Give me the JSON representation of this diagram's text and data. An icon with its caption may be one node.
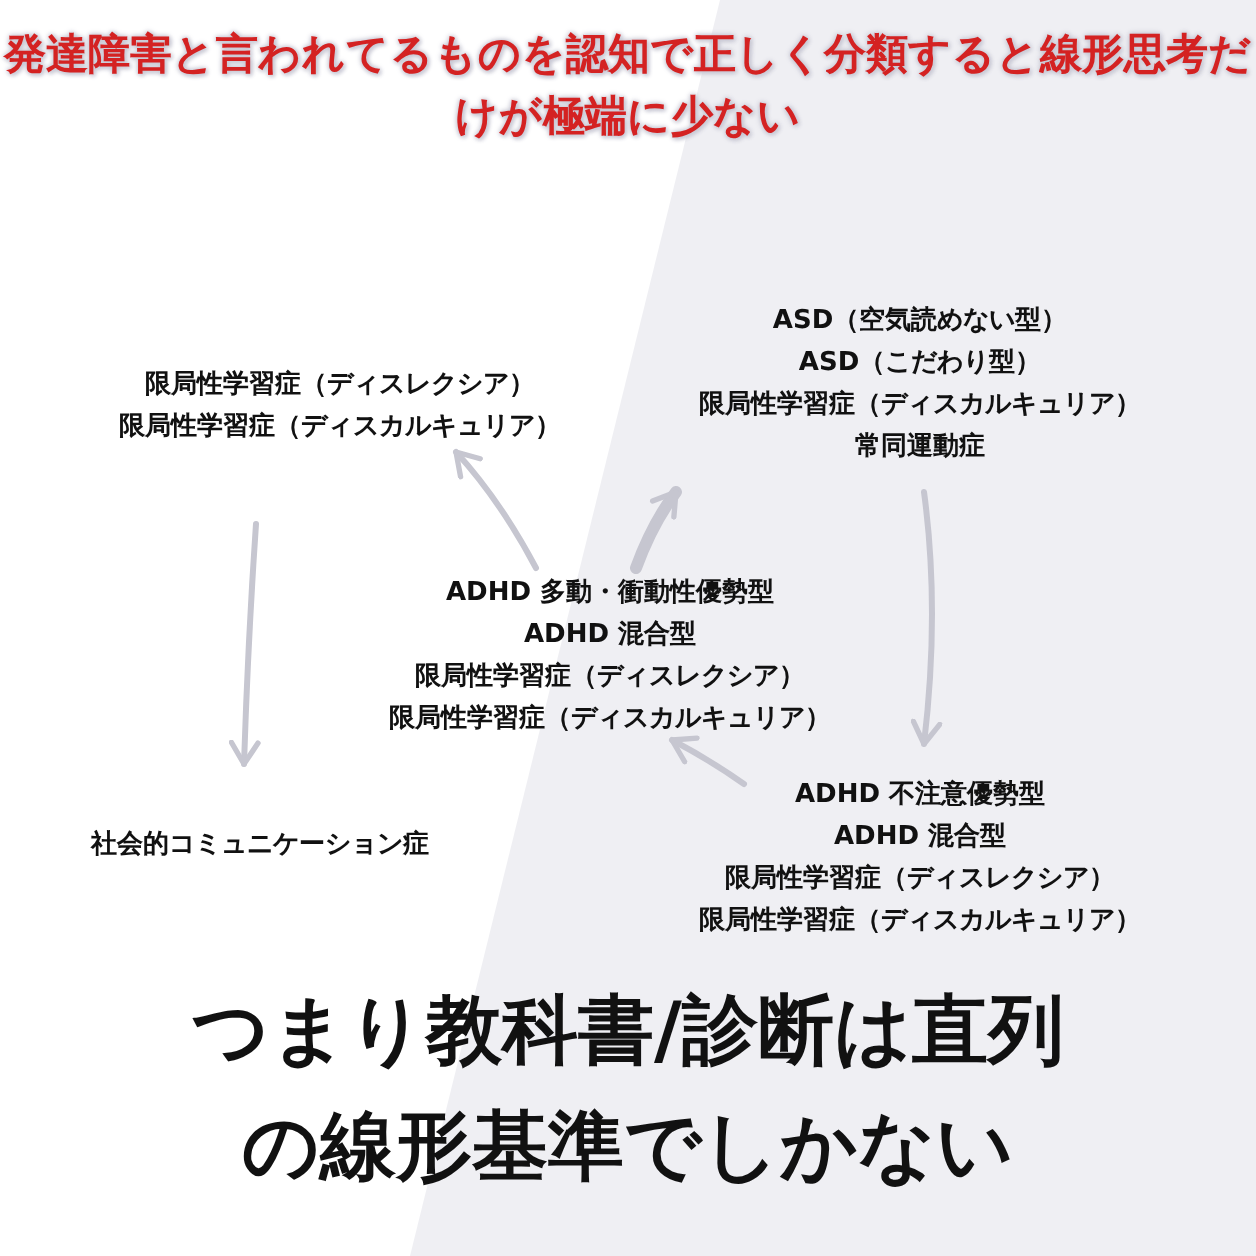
{
  "diagram": {
    "title": "発達障害と言われてるものを認知で正しく分類すると線形思考だけが極端に少ない",
    "caption": "つまり教科書/診断は直列の線形基準でしかない",
    "nodes": [
      {
        "text": [
          "限局性学習症（ディスレクシア）",
          "限局性学習症（ディスカルキュリア）"
        ]
      },
      {
        "text": [
          "ASD（空気読めない型）",
          "ASD（こだわり型）",
          "限局性学習症（ディスカルキュリア）",
          "常同運動症"
        ]
      },
      {
        "text": [
          "ADHD 多動・衝動性優勢型",
          "ADHD 混合型",
          "限局性学習症（ディスレクシア）",
          "限局性学習症（ディスカルキュリア）"
        ]
      },
      {
        "text": [
          "社会的コミュニケーション症"
        ]
      },
      {
        "text": [
          "ADHD 不注意優勢型",
          "ADHD 混合型",
          "限局性学習症（ディスレクシア）",
          "限局性学習症（ディスカルキュリア）"
        ]
      }
    ],
    "edges": [
      {
        "from": 2,
        "to": 0,
        "arrow": "to"
      },
      {
        "from": 0,
        "to": 3,
        "arrow": "to"
      },
      {
        "from": 1,
        "to": 4,
        "arrow": "to"
      },
      {
        "from": 2,
        "to": 1,
        "arrow": "to",
        "style": "thick"
      },
      {
        "from": 4,
        "to": 2,
        "arrow": "to"
      }
    ]
  }
}
